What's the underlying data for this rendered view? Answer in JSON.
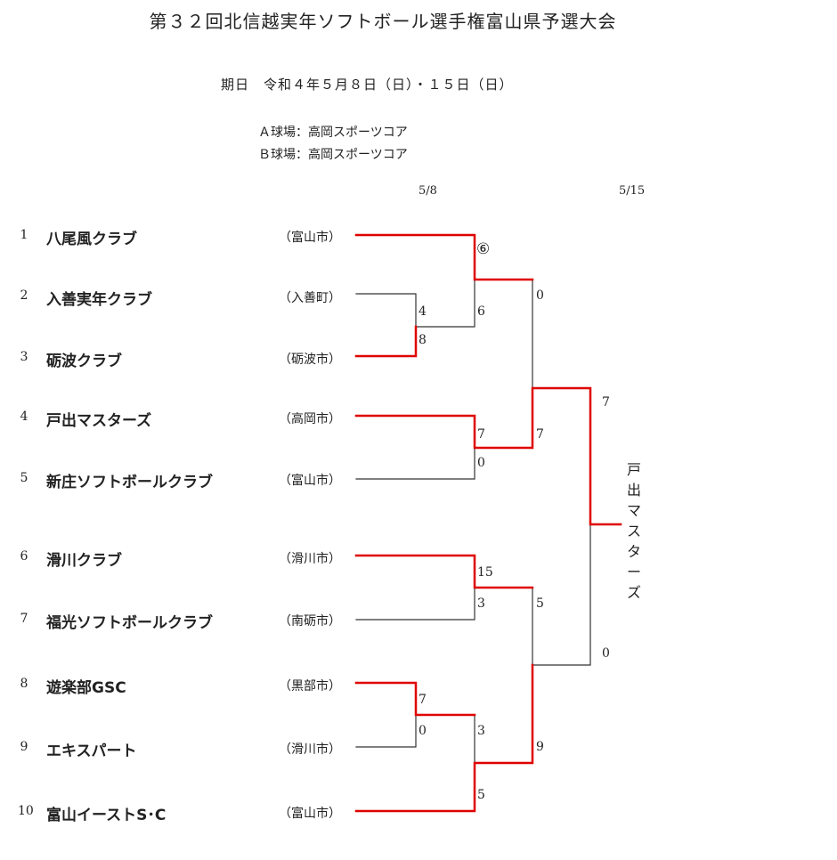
{
  "title": "第３２回北信越実年ソフトボール選手権富山県予選大会",
  "date_line": "期日　令和４年５月８日（日）・１５日（日）",
  "venues": [
    "Ａ球場：高岡スポーツコア",
    "Ｂ球場：高岡スポーツコア"
  ],
  "rounds": [
    "5/8",
    "5/15"
  ],
  "teams": [
    {
      "no": "1",
      "name": "八尾風クラブ",
      "city": "（富山市）"
    },
    {
      "no": "2",
      "name": "入善実年クラブ",
      "city": "（入善町）"
    },
    {
      "no": "3",
      "name": "砺波クラブ",
      "city": "（砺波市）"
    },
    {
      "no": "4",
      "name": "戸出マスターズ",
      "city": "（高岡市）"
    },
    {
      "no": "5",
      "name": "新庄ソフトボールクラブ",
      "city": "（富山市）"
    },
    {
      "no": "6",
      "name": "滑川クラブ",
      "city": "（滑川市）"
    },
    {
      "no": "7",
      "name": "福光ソフトボールクラブ",
      "city": "（南砺市）"
    },
    {
      "no": "8",
      "name": "遊楽部GSC",
      "city": "（黒部市）"
    },
    {
      "no": "9",
      "name": "エキスパート",
      "city": "（滑川市）"
    },
    {
      "no": "10",
      "name": "富山イーストS･C",
      "city": "（富山市）"
    }
  ],
  "scores": {
    "m23_top": "4",
    "m23_bot": "8",
    "m1_top": "⑥",
    "m1_bot": "6",
    "m45_top": "7",
    "m45_bot": "0",
    "semi1_top": "0",
    "semi1_bot": "7",
    "m67_top": "15",
    "m67_bot": "3",
    "m89_top": "7",
    "m89_bot": "0",
    "m10_top": "3",
    "m10_bot": "5",
    "semi2_top": "5",
    "semi2_bot": "9",
    "final_top": "7",
    "final_bot": "0"
  },
  "winner": "戸出マスターズ",
  "colors": {
    "win": "#e00000",
    "lose": "#333333"
  }
}
